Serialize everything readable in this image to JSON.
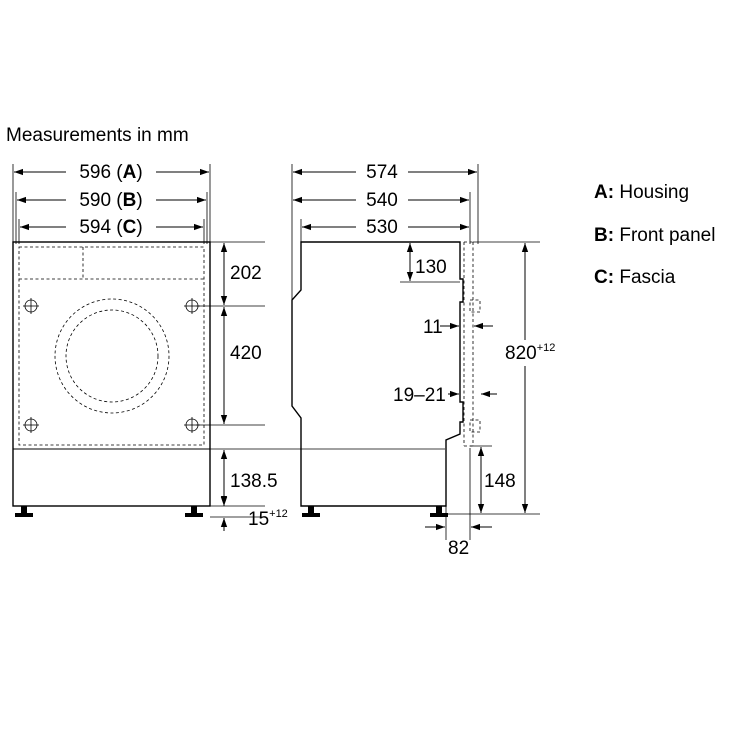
{
  "title": "Measurements in mm",
  "legend": [
    {
      "letter": "A",
      "sep": ":",
      "text": " Housing"
    },
    {
      "letter": "B",
      "sep": ":",
      "text": " Front panel"
    },
    {
      "letter": "C",
      "sep": ":",
      "text": " Fascia"
    }
  ],
  "front_view": {
    "width_a": {
      "value": "596",
      "open": " (",
      "letter": "A",
      "close": ")"
    },
    "width_b": {
      "value": "590",
      "open": " (",
      "letter": "B",
      "close": ")"
    },
    "width_c": {
      "value": "594",
      "open": " (",
      "letter": "C",
      "close": ")"
    },
    "height_top": "202",
    "height_mid": "420",
    "height_base": "138.5",
    "feet": {
      "value": "15",
      "sup": "+12"
    }
  },
  "side_view": {
    "depth_total": "574",
    "depth_mid": "540",
    "depth_body": "530",
    "top_offset": "130",
    "panel_gap": "11",
    "panel_range": "19–21",
    "height_total": {
      "value": "820",
      "sup": "+12"
    },
    "plinth_height": "148",
    "plinth_depth": "82"
  }
}
